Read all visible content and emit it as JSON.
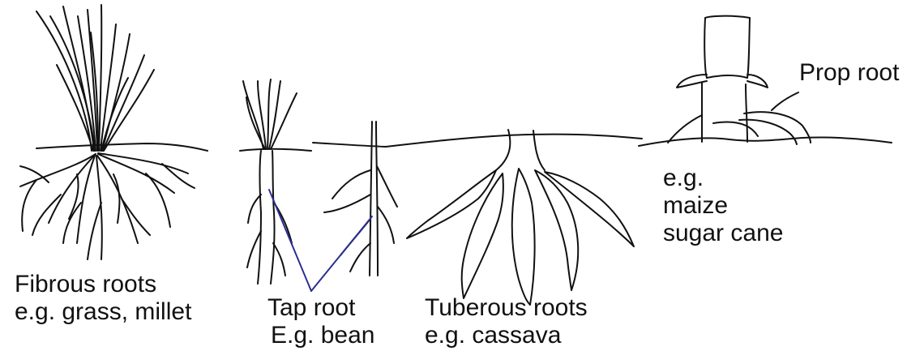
{
  "labels": {
    "fibrous_name": "Fibrous roots",
    "fibrous_example": "e.g. grass, millet",
    "tap_name": "Tap root",
    "tap_example": "E.g. bean",
    "tuberous_name": "Tuberous roots",
    "tuberous_example": "e.g. cassava",
    "prop_name": "Prop root",
    "prop_example_prefix": "e.g.",
    "prop_example_1": "maize",
    "prop_example_2": "sugar cane"
  },
  "colors": {
    "line": "#111111",
    "pointer": "#2b2f8f",
    "background": "#ffffff"
  }
}
